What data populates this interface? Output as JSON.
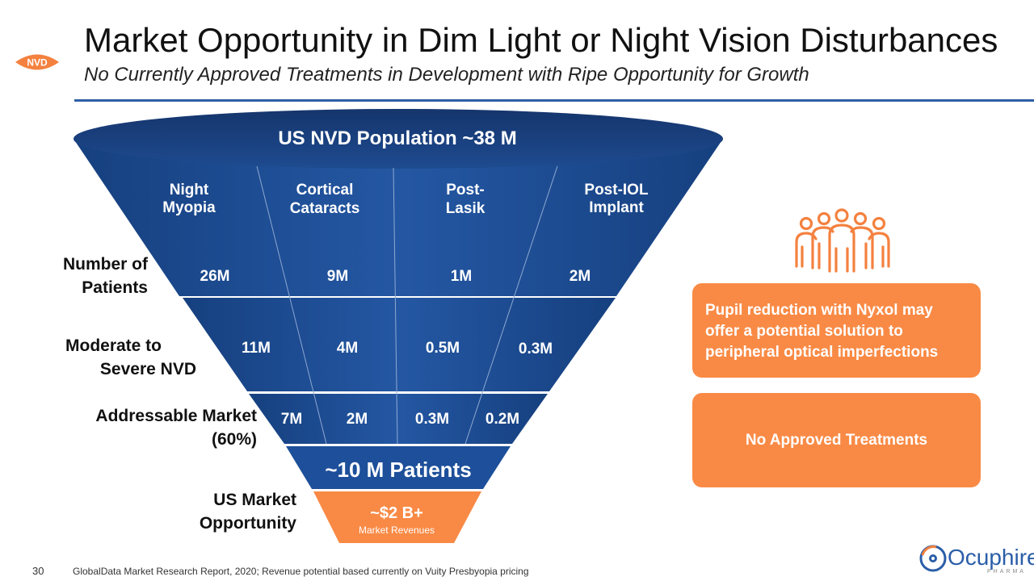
{
  "badge": "NVD",
  "title": "Market Opportunity in Dim Light or Night Vision Disturbances",
  "subtitle": "No Currently Approved Treatments in Development with Ripe Opportunity for Growth",
  "funnel": {
    "top_label": "US NVD Population  ~38 M",
    "categories": [
      "Night Myopia",
      "Cortical Cataracts",
      "Post-Lasik",
      "Post-IOL Implant"
    ],
    "category_lines": [
      [
        "Night",
        "Myopia"
      ],
      [
        "Cortical",
        "Cataracts"
      ],
      [
        "Post-",
        "Lasik"
      ],
      [
        "Post-IOL",
        "Implant"
      ]
    ],
    "rows": [
      {
        "label_lines": [
          "Number of",
          "Patients"
        ],
        "values": [
          "26M",
          "9M",
          "1M",
          "2M"
        ]
      },
      {
        "label_lines": [
          "Moderate to",
          "Severe NVD"
        ],
        "values": [
          "11M",
          "4M",
          "0.5M",
          "0.3M"
        ]
      },
      {
        "label_lines": [
          "Addressable Market",
          "(60%)"
        ],
        "values": [
          "7M",
          "2M",
          "0.3M",
          "0.2M"
        ]
      }
    ],
    "total": "~10 M Patients",
    "market_label_lines": [
      "US Market",
      "Opportunity"
    ],
    "market_value": "~$2 B+",
    "market_caption": "Market Revenues"
  },
  "callouts": {
    "solution": "Pupil reduction with Nyxol may offer a potential solution to peripheral optical imperfections",
    "no_treatments": "No Approved Treatments"
  },
  "footer": {
    "page_number": "30",
    "source": "GlobalData Market Research Report, 2020; Revenue potential based currently on Vuity Presbyopia pricing"
  },
  "logo": {
    "name": "Ocuphire",
    "sub": "PHARMA"
  },
  "colors": {
    "funnel_blue": "#1d4f9a",
    "orange": "#f98a45",
    "rule": "#2e5fa7"
  }
}
